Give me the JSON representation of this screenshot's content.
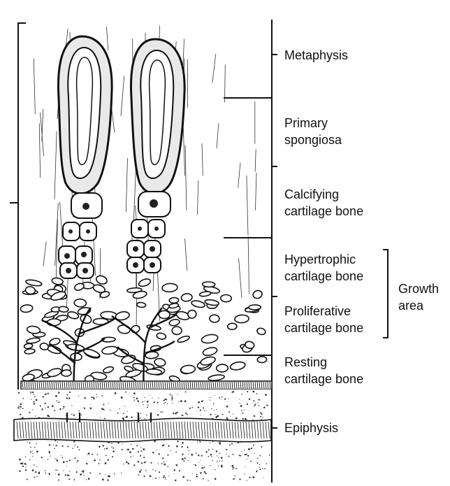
{
  "labels": {
    "metaphysis": "Metaphysis",
    "primary_spongiosa": [
      "Primary",
      "spongiosa"
    ],
    "calcifying": [
      "Calcifying",
      "cartilage bone"
    ],
    "hypertrophic": [
      "Hypertrophic",
      "cartilage bone"
    ],
    "proliferative": [
      "Proliferative",
      "cartilage bone"
    ],
    "growth_area": [
      "Growth",
      "area"
    ],
    "resting": [
      "Resting",
      "cartilage bone"
    ],
    "epiphysis": "Epiphysis"
  },
  "colors": {
    "ink": "#111111",
    "stipple": "#333333",
    "background": "#ffffff"
  }
}
